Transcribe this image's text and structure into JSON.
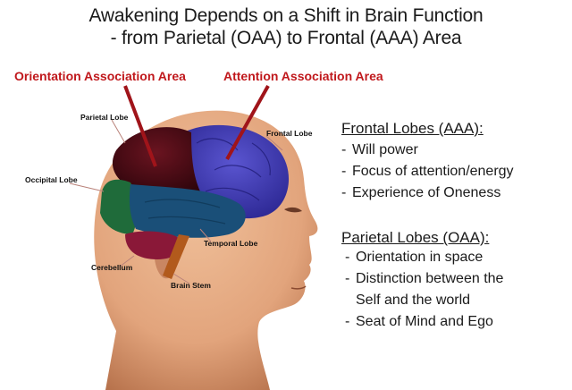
{
  "title": {
    "line1": "Awakening Depends on a Shift in Brain Function",
    "line2": "- from Parietal (OAA) to Frontal (AAA) Area"
  },
  "area_labels": {
    "oaa": "Orientation Association Area",
    "aaa": "Attention Association Area"
  },
  "lobe_labels": {
    "parietal": "Parietal Lobe",
    "frontal": "Frontal Lobe",
    "occipital": "Occipital Lobe",
    "temporal": "Temporal Lobe",
    "cerebellum": "Cerebellum",
    "brain_stem": "Brain Stem"
  },
  "frontal_section": {
    "heading": "Frontal Lobes (AAA):",
    "items": [
      "Will power",
      "Focus of attention/energy",
      "Experience of Oneness"
    ]
  },
  "parietal_section": {
    "heading": "Parietal Lobes (OAA):",
    "items": [
      "Orientation in space",
      "Distinction between the",
      "Self and the world",
      "Seat of Mind and Ego"
    ]
  },
  "colors": {
    "skin": "#e2a47c",
    "frontal_lobe": "#3a35a8",
    "parietal_lobe": "#4a0a14",
    "occipital_lobe": "#1f6b3a",
    "temporal_lobe": "#1a4f78",
    "cerebellum": "#8a1838",
    "brain_stem": "#b25a1c",
    "pointer": "#a0141a",
    "label_red": "#c0181c"
  }
}
